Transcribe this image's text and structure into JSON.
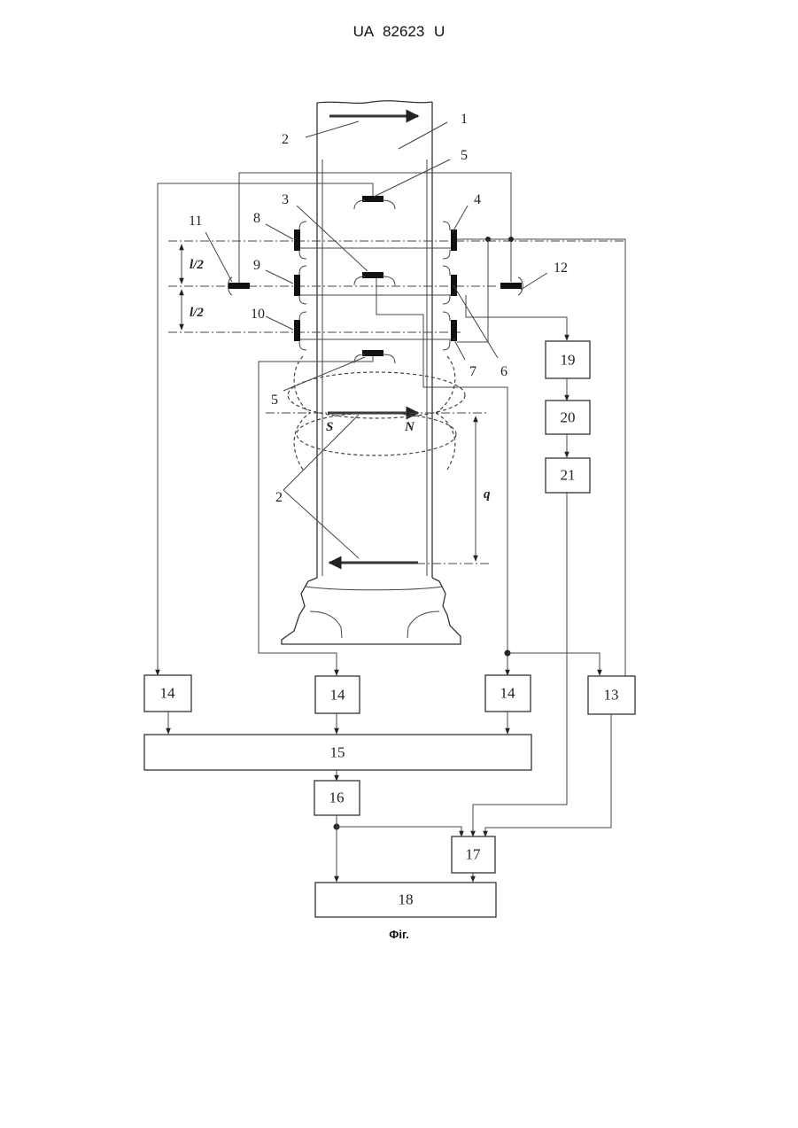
{
  "header": "UA 82623 U",
  "caption": "Фіг.",
  "labels": {
    "n1": "1",
    "n2_top": "2",
    "n3": "3",
    "n4": "4",
    "n5_top": "5",
    "n6": "6",
    "n7": "7",
    "n8": "8",
    "n9": "9",
    "n10": "10",
    "n11": "11",
    "n12": "12",
    "n5_bottom": "5",
    "n2_bottom": "2",
    "half_l_1": "l/2",
    "half_l_2": "l/2",
    "pole_s": "S",
    "pole_n": "N",
    "q": "q"
  },
  "blocks": {
    "b14a": "14",
    "b14b": "14",
    "b14c": "14",
    "b13": "13",
    "b15": "15",
    "b16": "16",
    "b17": "17",
    "b18": "18",
    "b19": "19",
    "b20": "20",
    "b21": "21"
  }
}
